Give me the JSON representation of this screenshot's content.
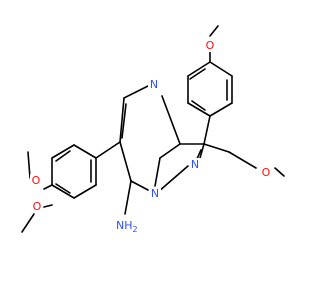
{
  "colors": {
    "bond": "#000000",
    "carbon_label": "#000000",
    "oxygen": "#ff0d0d",
    "nitrogen": "#3050f8",
    "background": "#ffffff"
  },
  "atoms": {
    "o_top": "O",
    "o_methoxymethyl": "O",
    "n_pyrimidine": "N",
    "n_bridge": "N",
    "n_pyrazole": "N",
    "o_dimethoxy_upper": "O",
    "o_dimethoxy_lower": "O",
    "nh2": "NH",
    "nh2_subscript": "2"
  }
}
